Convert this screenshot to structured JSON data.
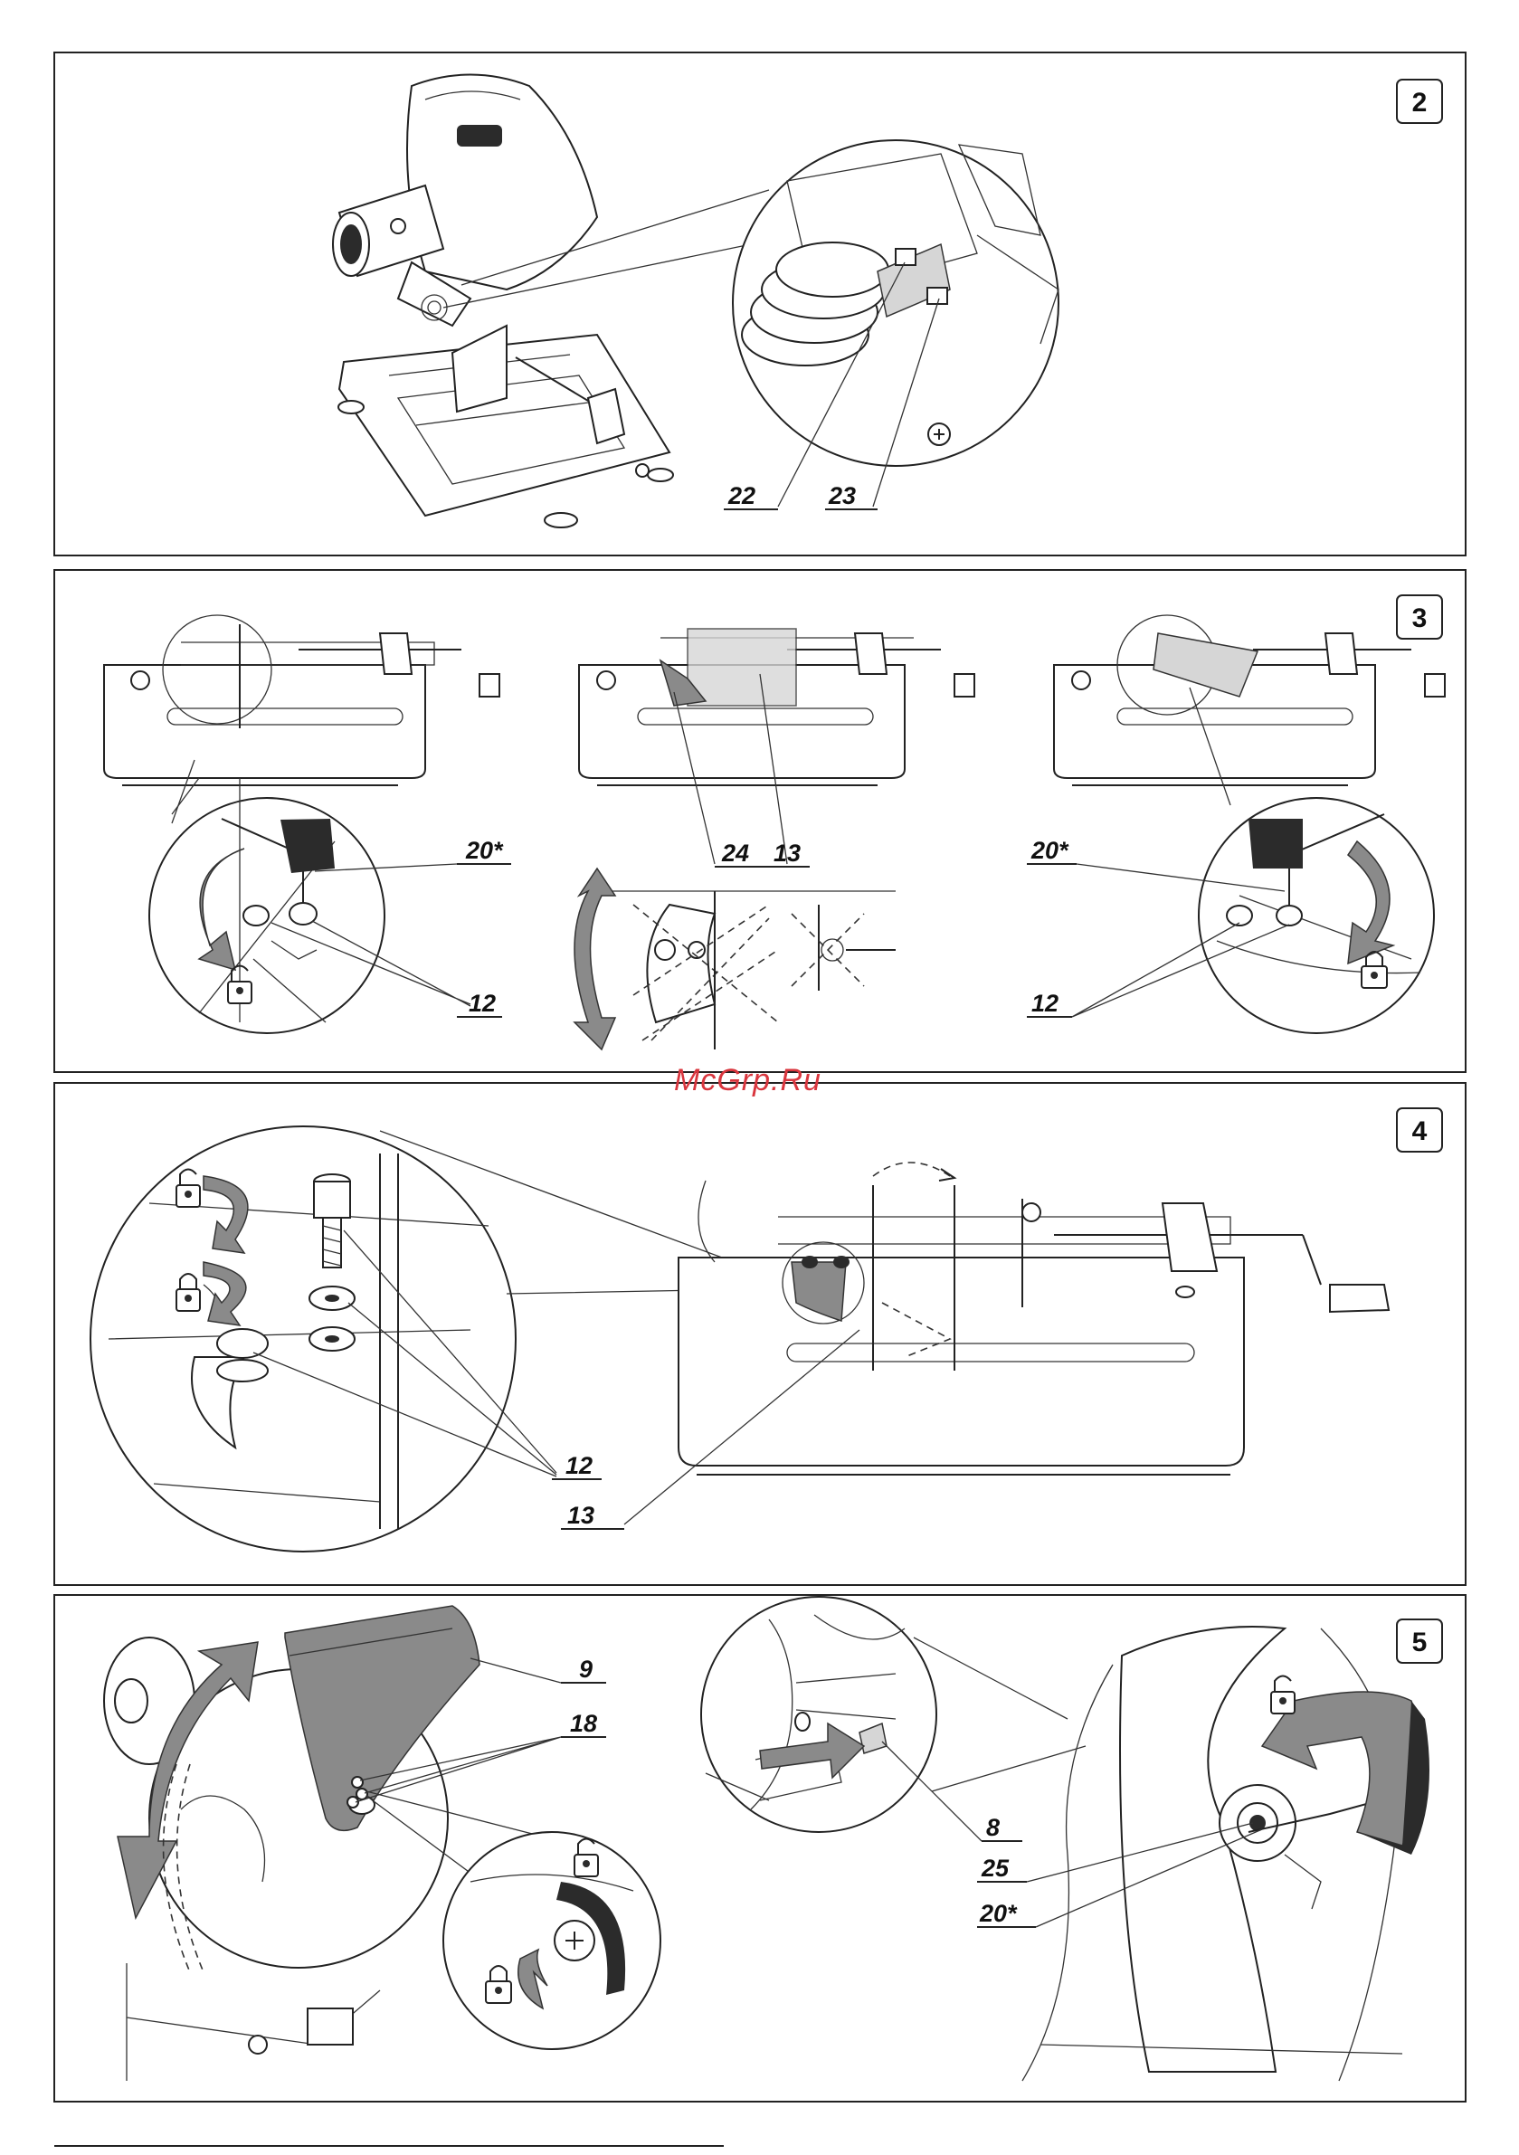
{
  "watermark": "McGrp.Ru",
  "figures": [
    {
      "number": "2",
      "labels": [
        "22",
        "23"
      ]
    },
    {
      "number": "3",
      "labels": [
        "20*",
        "12",
        "24",
        "13",
        "20*",
        "12"
      ]
    },
    {
      "number": "4",
      "labels": [
        "12",
        "13"
      ]
    },
    {
      "number": "5",
      "labels": [
        "9",
        "18",
        "8",
        "25",
        "20*"
      ]
    }
  ],
  "icons": [
    "lock-open-icon",
    "lock-closed-icon",
    "rotate-arrow-icon",
    "push-arrow-icon"
  ]
}
